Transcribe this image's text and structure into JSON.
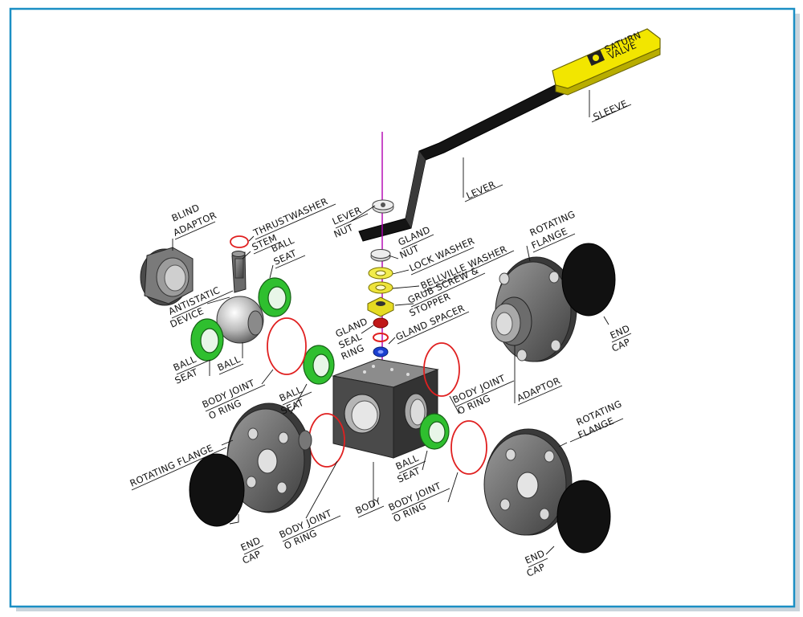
{
  "brand": {
    "line1": "SATURN",
    "line2": "VALVE"
  },
  "labels": {
    "sleeve": "SLEEVE",
    "lever": "LEVER",
    "lever_nut_1": "LEVER",
    "lever_nut_2": "NUT",
    "gland_nut_1": "GLAND",
    "gland_nut_2": "NUT",
    "lock_washer": "LOCK WASHER",
    "bellville_washer": "BELLVILLE WASHER",
    "grub_screw_1": "GRUB SCREW &",
    "grub_screw_2": "STOPPER",
    "gland_spacer": "GLAND SPACER",
    "gland_seal_1": "GLAND",
    "gland_seal_2": "SEAL",
    "gland_seal_3": "RING",
    "blind_adaptor_1": "BLIND",
    "blind_adaptor_2": "ADAPTOR",
    "thrustwasher": "THRUSTWASHER",
    "stem": "STEM",
    "ball_seat_top_1": "BALL",
    "ball_seat_top_2": "SEAT",
    "antistatic_1": "ANTISTATIC",
    "antistatic_2": "DEVICE",
    "ball_seat_left_1": "BALL",
    "ball_seat_left_2": "SEAT",
    "ball": "BALL",
    "body_joint_left_1": "BODY JOINT",
    "body_joint_left_2": "O RING",
    "ball_seat_mid_1": "BALL",
    "ball_seat_mid_2": "SEAT",
    "rotating_flange_left": "ROTATING FLANGE",
    "end_cap_left_1": "END",
    "end_cap_left_2": "CAP",
    "body_joint_bottom_1": "BODY JOINT",
    "body_joint_bottom_2": "O RING",
    "body": "BODY",
    "ball_seat_bottom_1": "BALL",
    "ball_seat_bottom_2": "SEAT",
    "body_joint_bottom_right_1": "BODY JOINT",
    "body_joint_bottom_right_2": "O RING",
    "body_joint_right_1": "BODY JOINT",
    "body_joint_right_2": "O RING",
    "adaptor": "ADAPTOR",
    "rotating_flange_top_1": "ROTATING",
    "rotating_flange_top_2": "FLANGE",
    "end_cap_right_1": "END",
    "end_cap_right_2": "CAP",
    "rotating_flange_bottom_1": "ROTATING",
    "rotating_flange_bottom_2": "FLANGE",
    "end_cap_bottom_1": "END",
    "end_cap_bottom_2": "CAP"
  },
  "colors": {
    "frame": "#1b8fc4",
    "sleeve": "#f2e600",
    "seat": "#2fbf2f",
    "oring": "#e02020",
    "axis": "#b000b0",
    "spacer": "#1a3fd0"
  }
}
